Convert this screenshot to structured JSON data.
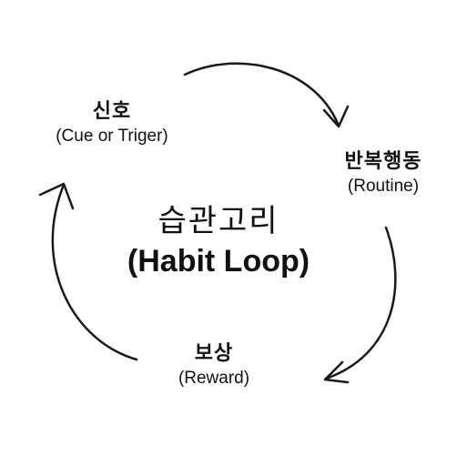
{
  "center": {
    "title_ko": "습관고리",
    "title_en": "(Habit Loop)"
  },
  "nodes": {
    "cue": {
      "label_ko": "신호",
      "label_en": "(Cue or Triger)"
    },
    "routine": {
      "label_ko": "반복행동",
      "label_en": "(Routine)"
    },
    "reward": {
      "label_ko": "보상",
      "label_en": "(Reward)"
    }
  },
  "colors": {
    "text": "#111111",
    "arrow": "#1a1a1a",
    "background": "#ffffff"
  }
}
